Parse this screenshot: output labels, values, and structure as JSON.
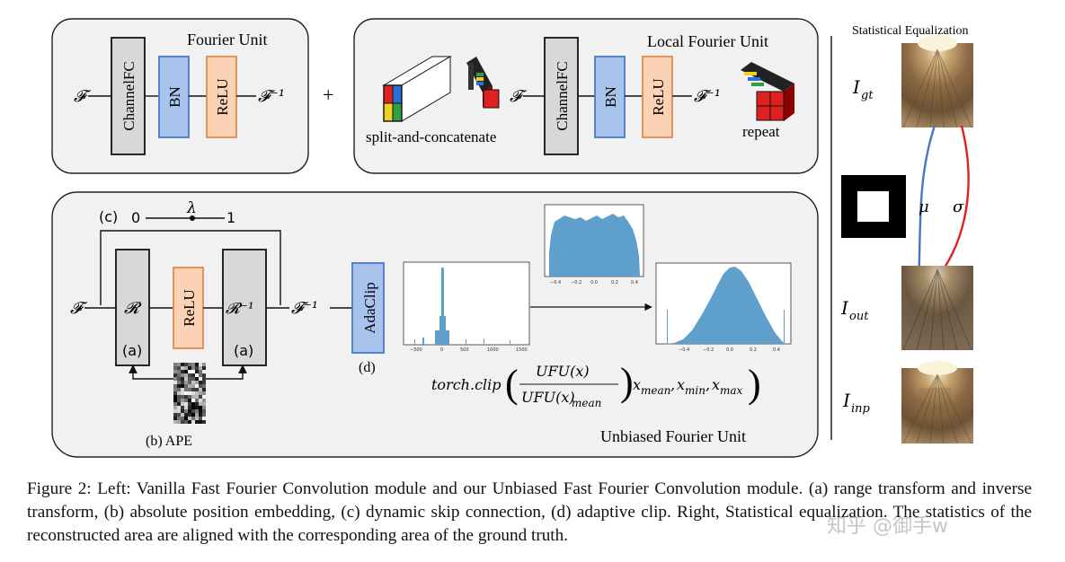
{
  "figure": {
    "fourier_unit": {
      "title": "Fourier Unit",
      "channelfc": "ChannelFC",
      "bn": "BN",
      "relu": "ReLU",
      "in_symbol": "𝓕",
      "out_symbol": "𝓕⁻¹"
    },
    "plus": "+",
    "local_fourier_unit": {
      "title": "Local Fourier Unit",
      "split_label": "split-and-concatenate",
      "channelfc": "ChannelFC",
      "bn": "BN",
      "relu": "ReLU",
      "in_symbol": "𝓕",
      "out_symbol": "𝓕⁻¹",
      "repeat_label": "repeat"
    },
    "unbiased_fourier_unit": {
      "title": "Unbiased Fourier Unit",
      "skip_label": "(c)",
      "lambda_min": "0",
      "lambda_symbol": "λ",
      "lambda_max": "1",
      "in_symbol": "𝓕",
      "range_symbol": "𝓡",
      "range_tag": "(a)",
      "relu": "ReLU",
      "inv_range_symbol": "𝓡⁻¹",
      "inv_range_tag": "(a)",
      "out_symbol": "𝓕⁻¹",
      "ape_label": "(b) APE",
      "adaclip": "AdaClip",
      "adaclip_tag": "(d)",
      "formula_prefix": "torch.clip",
      "formula_num": "UFU(x)",
      "formula_den": "UFU(x)",
      "formula_den_sub": "mean",
      "formula_args": "x",
      "formula_args_sub1": "mean",
      "formula_arg2": "x",
      "formula_args_sub2": "min",
      "formula_arg3": "x",
      "formula_args_sub3": "max",
      "hist1_ticks": [
        "−500",
        "0",
        "500",
        "1000",
        "1500"
      ],
      "hist2_ticks": [
        "−0.4",
        "−0.2",
        "0.0",
        "0.2",
        "0.4"
      ],
      "hist3_ticks": [
        "−0.4",
        "−0.2",
        "0.0",
        "0.2",
        "0.4"
      ]
    },
    "statistical_equalization": {
      "title": "Statistical Equalization",
      "i_gt": "I",
      "i_gt_sub": "gt",
      "mu": "μ",
      "sigma": "σ",
      "i_out": "I",
      "i_out_sub": "out",
      "i_inp": "I",
      "i_inp_sub": "inp",
      "mu_color": "#4a74c4",
      "sigma_color": "#e02020"
    }
  },
  "caption": "Figure 2: Left: Vanilla Fast Fourier Convolution module and our Unbiased Fast Fourier Convolution module. (a) range transform and inverse transform, (b) absolute position embedding, (c) dynamic skip connection, (d) adaptive clip. Right, Statistical equalization. The statistics of the reconstructed area are aligned with the corresponding area of the ground truth.",
  "watermark": "知乎 @御手w"
}
